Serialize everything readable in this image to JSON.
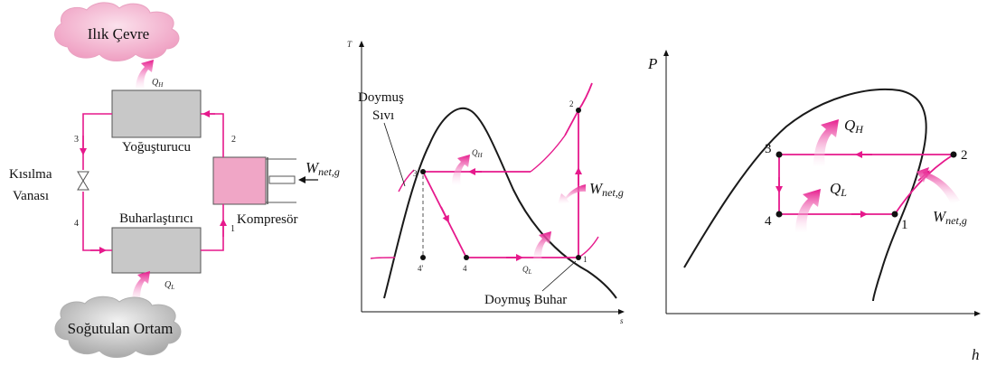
{
  "colors": {
    "accent": "#e6198c",
    "warm_cloud": "#f1a7c7",
    "cold_cloud": "#b9b9b9",
    "component_fill": "#c8c8c8",
    "compressor_fill": "#f0a6c6",
    "curve": "#1a1a1a"
  },
  "schematic": {
    "warm_env": "Ilık Çevre",
    "cold_env": "Soğutulan Ortam",
    "condenser": "Yoğuşturucu",
    "evaporator": "Buharlaştırıcı",
    "compressor": "Kompresör",
    "valve_line1": "Kısılma",
    "valve_line2": "Vanası",
    "qh": "Q",
    "qh_sub": "H",
    "ql": "Q",
    "ql_sub": "L",
    "w": "W",
    "w_sub": "net,g",
    "state_1": "1",
    "state_2": "2",
    "state_3": "3",
    "state_4": "4"
  },
  "ts_diagram": {
    "y_axis": "T",
    "x_axis": "s",
    "sat_liquid_line1": "Doymuş",
    "sat_liquid_line2": "Sıvı",
    "sat_vapor": "Doymuş Buhar",
    "qh": "Q",
    "qh_sub": "H",
    "ql": "Q",
    "ql_sub": "L",
    "w": "W",
    "w_sub": "net,g",
    "point_1": "1",
    "point_2": "2",
    "point_3": "3",
    "point_4": "4",
    "point_4p": "4'"
  },
  "ph_diagram": {
    "y_axis": "P",
    "x_axis": "h",
    "qh": "Q",
    "qh_sub": "H",
    "ql": "Q",
    "ql_sub": "L",
    "w": "W",
    "w_sub": "net,g",
    "point_1": "1",
    "point_2": "2",
    "point_3": "3",
    "point_4": "4"
  }
}
